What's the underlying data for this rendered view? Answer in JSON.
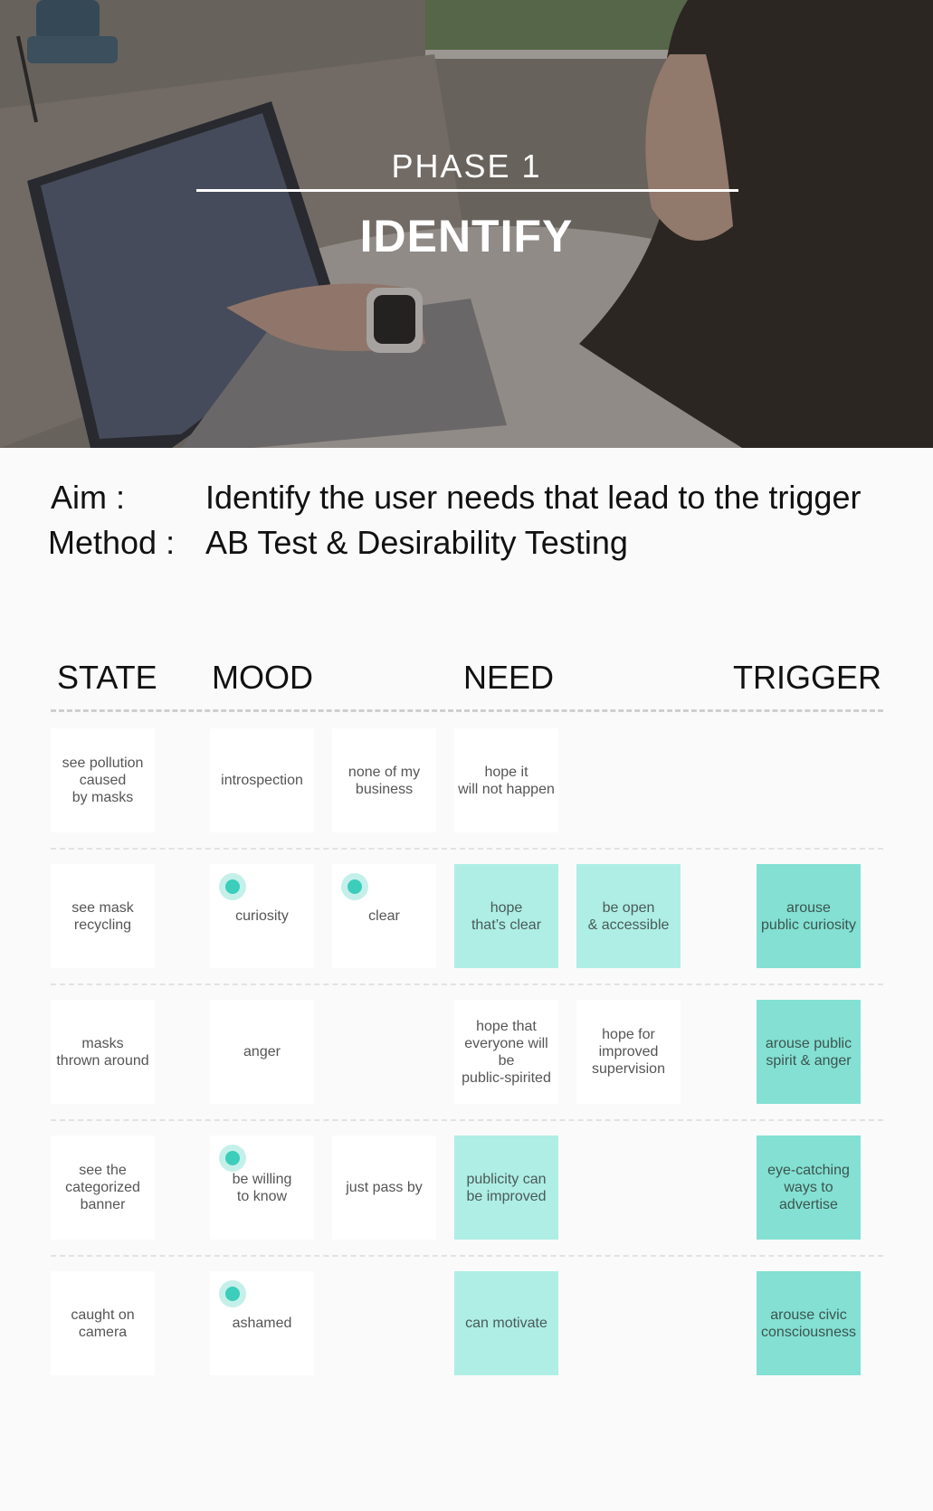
{
  "hero": {
    "phase_label": "PHASE  1",
    "title": "IDENTIFY"
  },
  "info": {
    "aim_label": "Aim :",
    "aim_value": "Identify the user needs that lead to the trigger",
    "method_label": "Method :",
    "method_value": "AB Test & Desirability Testing"
  },
  "columns": {
    "state": "STATE",
    "mood": "MOOD",
    "need": "NEED",
    "trigger": "TRIGGER"
  },
  "rows": [
    {
      "state": "see pollution\ncaused\nby masks",
      "mood_a": "introspection",
      "mood_b": "none of my\nbusiness",
      "need_a": "hope it\nwill not happen"
    },
    {
      "state": "see mask\nrecycling",
      "mood_a": "curiosity",
      "mood_b": "clear",
      "need_a": "hope\nthat’s clear",
      "need_b": "be open\n& accessible",
      "trigger": "arouse\npublic curiosity"
    },
    {
      "state": "masks\nthrown around",
      "mood_a": "anger",
      "need_a": "hope that\neveryone will be\npublic-spirited",
      "need_b": "hope for\nimproved\nsupervision",
      "trigger": "arouse public\nspirit & anger"
    },
    {
      "state": "see the\ncategorized\nbanner",
      "mood_a": "be willing\nto know",
      "mood_b": "just pass by",
      "need_a": "publicity can\nbe improved",
      "trigger": "eye-catching\nways to\nadvertise"
    },
    {
      "state": "caught on\ncamera",
      "mood_a": "ashamed",
      "need_a": "can motivate",
      "trigger": "arouse civic\nconsciousness"
    }
  ],
  "colors": {
    "card_white": "#ffffff",
    "need_highlight": "#aeeee4",
    "trigger_highlight": "#83e0d2",
    "selection_dot": "#3ccdbb"
  }
}
